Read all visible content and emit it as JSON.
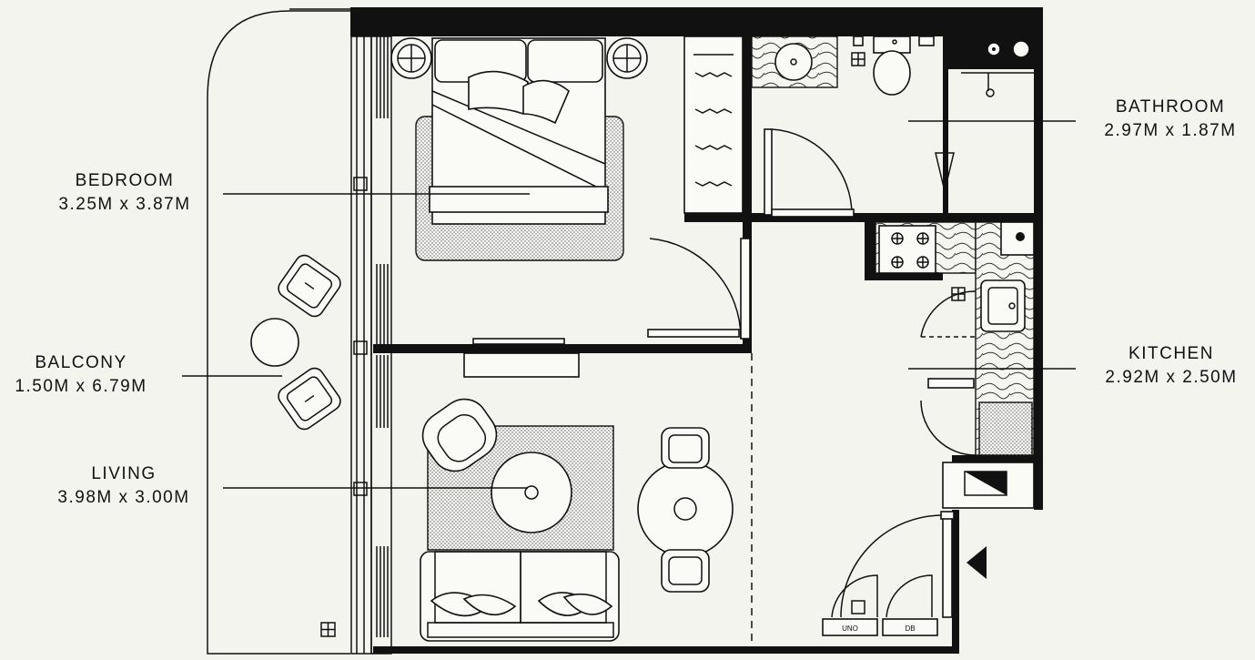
{
  "rooms": [
    {
      "id": "bedroom",
      "name": "BEDROOM",
      "dims": "3.25M x 3.87M"
    },
    {
      "id": "bathroom",
      "name": "BATHROOM",
      "dims": "2.97M x 1.87M"
    },
    {
      "id": "balcony",
      "name": "BALCONY",
      "dims": "1.50M x 6.79M"
    },
    {
      "id": "kitchen",
      "name": "KITCHEN",
      "dims": "2.92M x 2.50M"
    },
    {
      "id": "living",
      "name": "LIVING",
      "dims": "3.98M x 3.00M"
    }
  ],
  "fixtures": {
    "uno": "UNO",
    "db": "DB"
  },
  "colors": {
    "background": "#f4f4ee",
    "ink": "#111111"
  }
}
